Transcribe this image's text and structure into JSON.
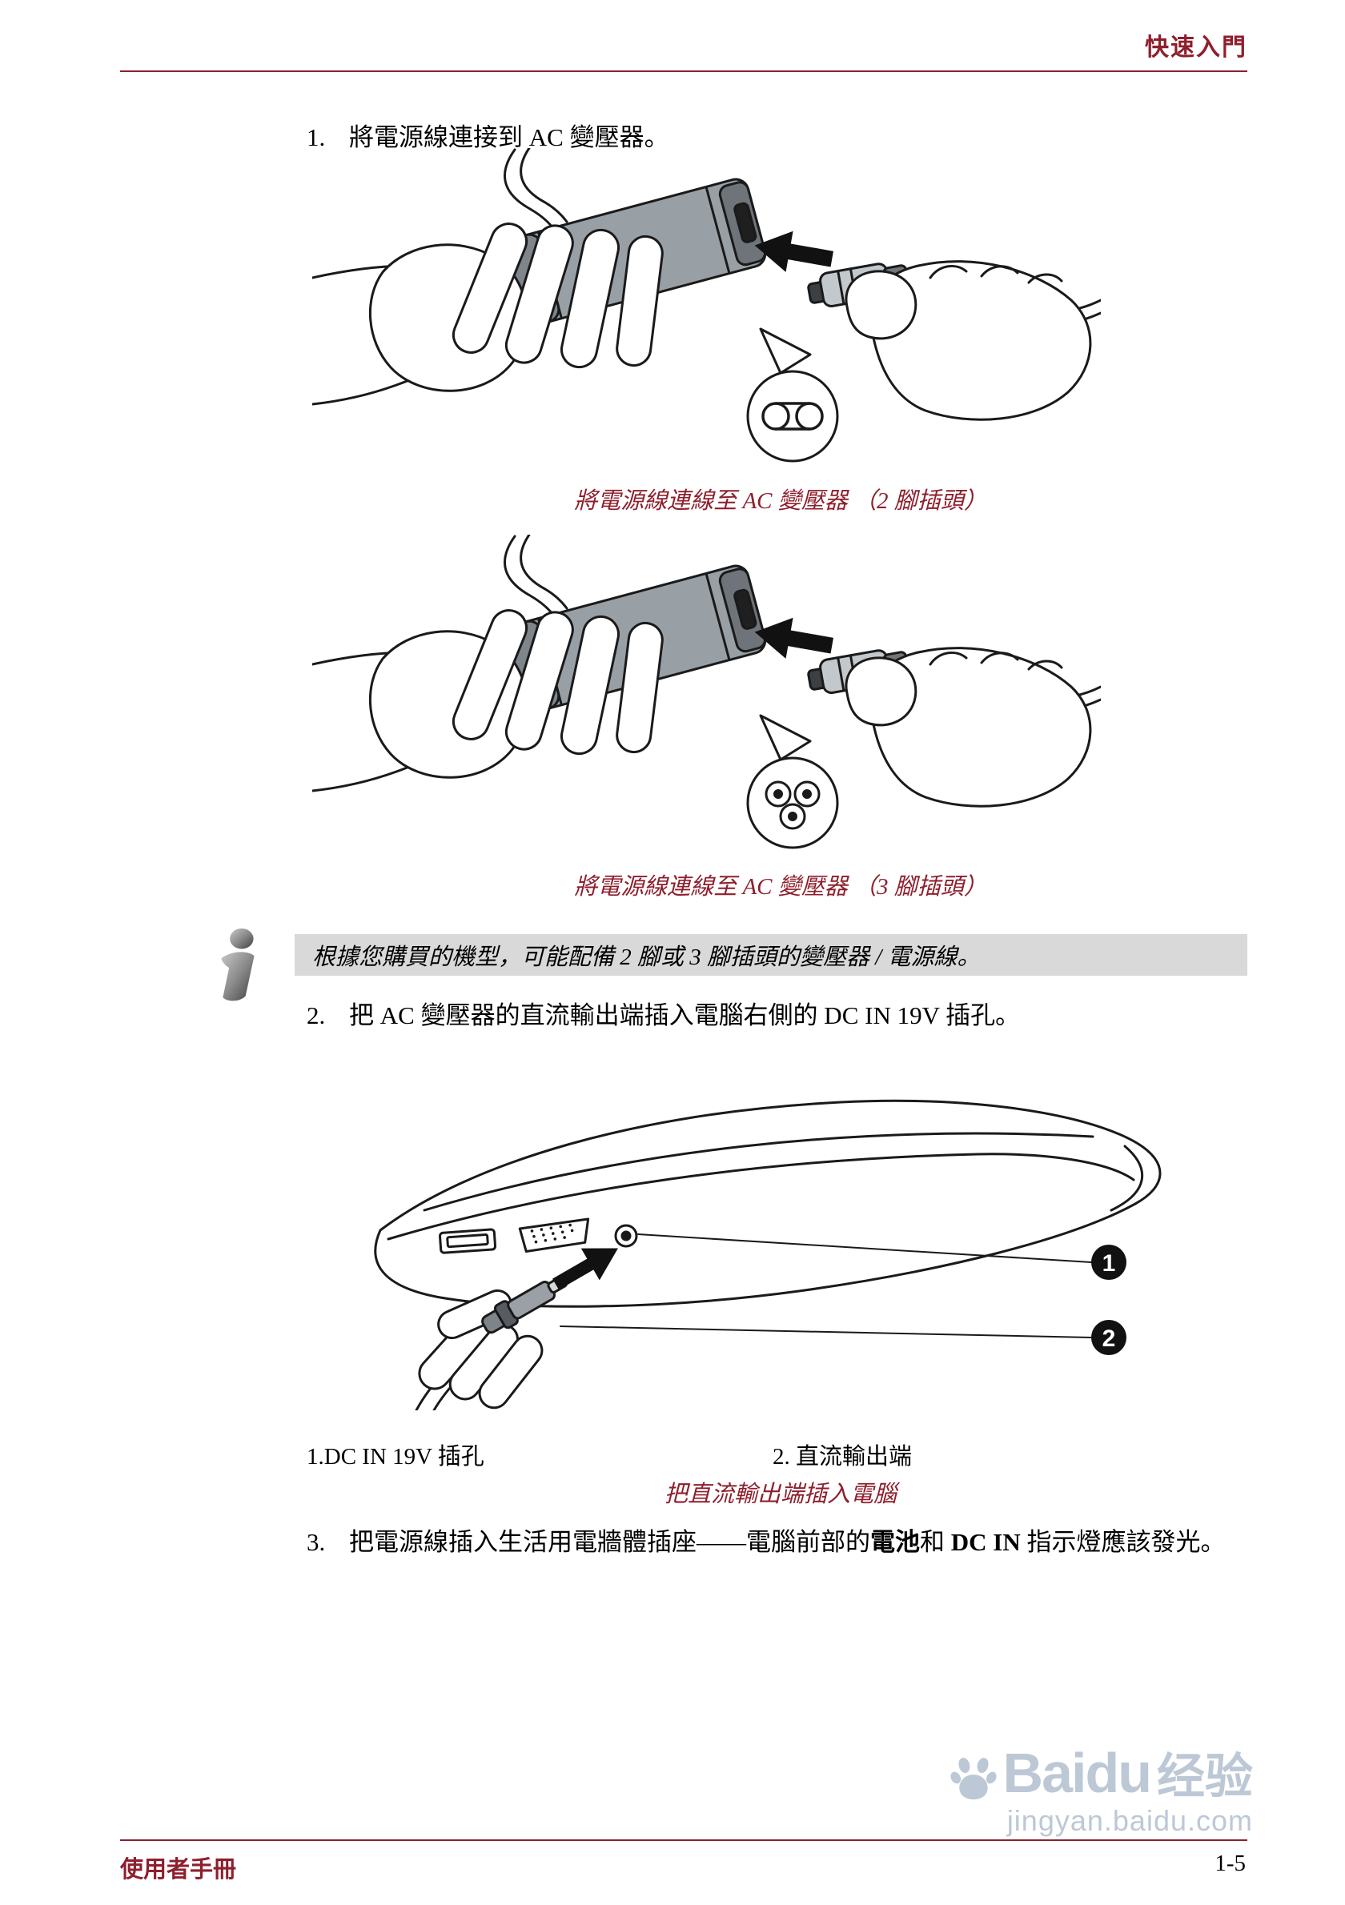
{
  "header": {
    "title": "快速入門"
  },
  "steps": [
    {
      "num": "1.",
      "text": "將電源線連接到 AC 變壓器。"
    },
    {
      "num": "2.",
      "text": "把 AC 變壓器的直流輸出端插入電腦右側的 DC IN 19V 插孔。"
    },
    {
      "num": "3.",
      "pre": "把電源線插入生活用電牆體插座——電腦前部的",
      "bold1": "電池",
      "mid": "和 ",
      "bold2": "DC IN",
      "post": " 指示燈應該發光。"
    }
  ],
  "figures": [
    {
      "caption": "將電源線連線至 AC 變壓器 （2 腳插頭）"
    },
    {
      "caption": "將電源線連線至 AC 變壓器 （3 腳插頭）"
    },
    {
      "caption": "把直流輸出端插入電腦",
      "label1": "1.DC IN 19V 插孔",
      "label2": "2. 直流輸出端",
      "callout1": "1",
      "callout2": "2"
    }
  ],
  "note": {
    "text": "根據您購買的機型，可能配備 2 腳或 3 腳插頭的變壓器 / 電源線。"
  },
  "footer": {
    "left": "使用者手冊",
    "right": "1-5"
  },
  "watermark": {
    "brand": "Baidu",
    "brand_suffix": "经验",
    "url": "jingyan.baidu.com"
  },
  "colors": {
    "accent": "#8e1f2d",
    "note_bg": "#d9d9d9"
  }
}
